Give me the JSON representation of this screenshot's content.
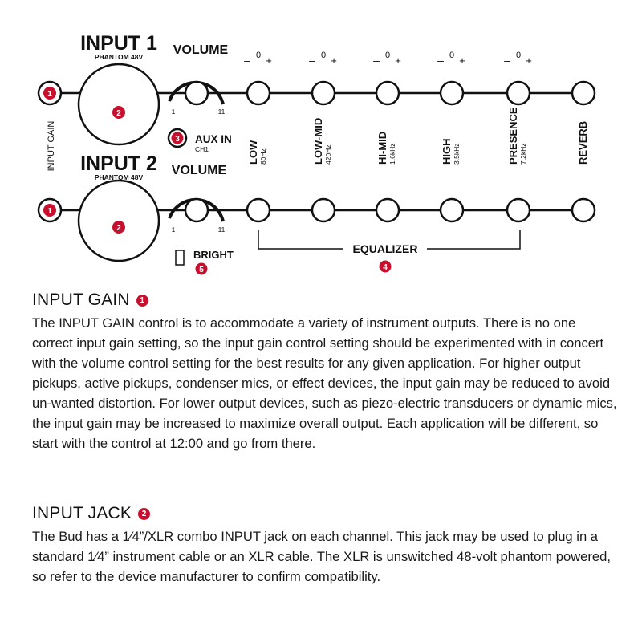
{
  "colors": {
    "accent": "#c8102e",
    "ink": "#111111"
  },
  "diagram": {
    "channel1": {
      "title": "INPUT 1",
      "phantom": "PHANTOM 48V",
      "volume": "VOLUME",
      "vol_min": "1",
      "vol_max": "11"
    },
    "channel2": {
      "title": "INPUT 2",
      "phantom": "PHANTOM 48V",
      "volume": "VOLUME",
      "vol_min": "1",
      "vol_max": "11"
    },
    "input_gain_label": "INPUT GAIN",
    "aux_in": "AUX IN",
    "aux_ch": "CH1",
    "bright": "BRIGHT",
    "equalizer": "EQUALIZER",
    "eq_scale": {
      "minus": "–",
      "zero": "0",
      "plus": "+"
    },
    "knobs": [
      {
        "name": "LOW",
        "freq": "80Hz"
      },
      {
        "name": "LOW-MID",
        "freq": "420Hz"
      },
      {
        "name": "HI-MID",
        "freq": "1.6kHz"
      },
      {
        "name": "HIGH",
        "freq": "3.5kHz"
      },
      {
        "name": "PRESENCE",
        "freq": "7.2kHz"
      },
      {
        "name": "REVERB",
        "freq": ""
      }
    ],
    "badges": {
      "gain": "1",
      "jack": "2",
      "aux": "3",
      "eq": "4",
      "bright": "5"
    }
  },
  "sections": [
    {
      "title": "INPUT GAIN",
      "badge": "1",
      "body": "The INPUT GAIN control is to accommodate a variety of instrument outputs. There is no one correct input gain setting, so the input gain control setting should be experimented with in concert with the volume control setting for the best results for any given application. For higher output pickups, active pickups, condenser mics, or effect devices, the input gain may be reduced to avoid un-wanted distortion. For lower output devices, such as piezo-electric transducers or dynamic mics, the input gain may be increased to maximize overall output. Each application will be different, so start with the control at 12:00 and go from there."
    },
    {
      "title": "INPUT JACK",
      "badge": "2",
      "body": "The Bud has a 1⁄4”/XLR combo INPUT jack on each channel. This jack may be used to plug in a standard 1⁄4” instrument cable or an XLR cable. The XLR is unswitched 48-volt phantom powered, so refer to the device manufacturer to confirm compatibility."
    }
  ]
}
